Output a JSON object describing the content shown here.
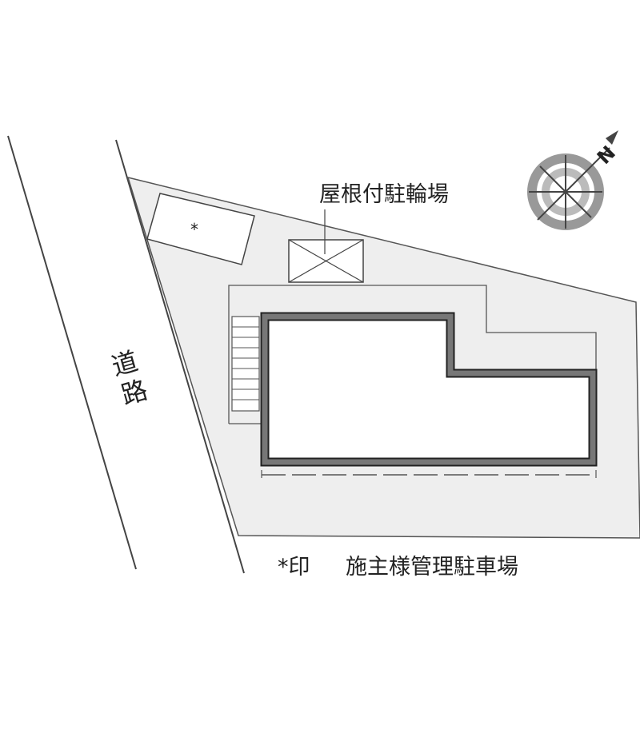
{
  "labels": {
    "covered_bicycle_parking": "屋根付駐輪場",
    "road_char_1": "道",
    "road_char_2": "路",
    "parking_marker": "*",
    "legend_marker": "*印",
    "legend_text": "施主様管理駐車場",
    "north_marker": "N"
  },
  "colors": {
    "lot_fill": "#eeeeee",
    "line": "#555555",
    "building_wall": "#666666",
    "building_interior": "#ffffff",
    "text": "#222222",
    "compass_outer": "#999999",
    "compass_inner": "#cccccc"
  },
  "icons": {
    "compass": "compass-rose-icon",
    "bicycle_parking": "cross-box-icon"
  }
}
